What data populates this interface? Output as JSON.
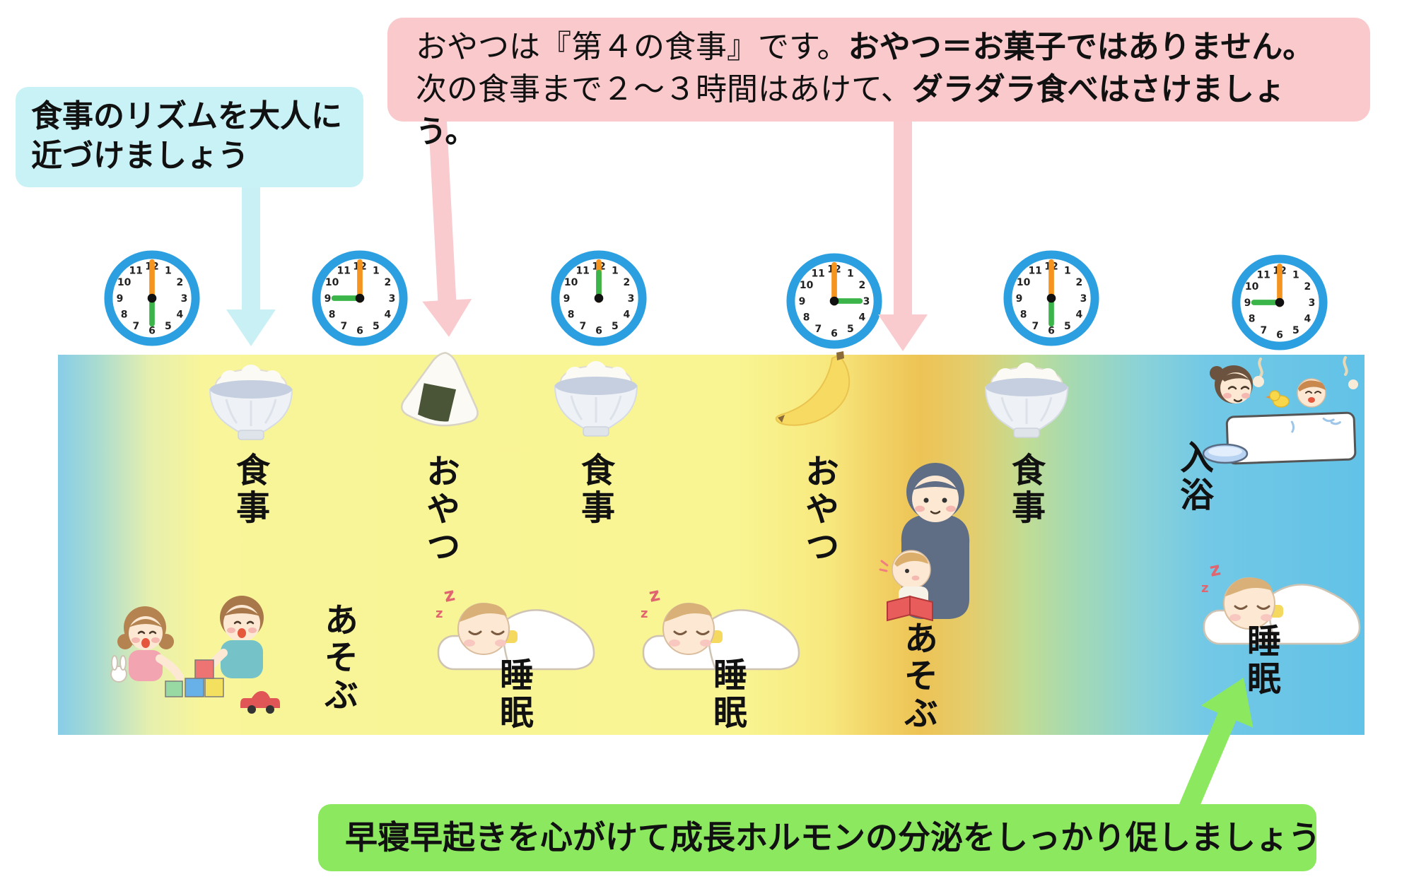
{
  "callouts": {
    "meal_rhythm": {
      "line1": "食事のリズムを大人に",
      "line2": "近づけましょう",
      "bg_color": "#c9f2f6"
    },
    "snack": {
      "line1_normal": "おやつは『第４の食事』です。",
      "line1_bold": "おやつ＝お菓子ではありません。",
      "line2_normal": "次の食事まで２～３時間はあけて、",
      "line2_bold": "ダラダラ食べはさけましょう。",
      "bg_color": "#f9c9cc"
    },
    "sleep": {
      "text": "早寝早起きを心がけて成長ホルモンの分泌をしっかり促しましょう",
      "bg_color": "#8ce95f"
    }
  },
  "clocks": [
    {
      "time": "6:00",
      "hour": 6
    },
    {
      "time": "9:00",
      "hour": 9
    },
    {
      "time": "12:00",
      "hour": 12
    },
    {
      "time": "15:00",
      "hour": 3
    },
    {
      "time": "18:00",
      "hour": 6
    },
    {
      "time": "21:00",
      "hour": 9
    }
  ],
  "clock_style": {
    "rim_color": "#2b9fe0",
    "minute_hand_color": "#f5941e",
    "hour_hand_color": "#3bb54a",
    "minute_hand_at": 12
  },
  "schedule": {
    "meals": [
      "食事",
      "おやつ",
      "食事",
      "おやつ",
      "食事",
      "入浴"
    ],
    "activities": [
      "あそぶ",
      "睡眠",
      "睡眠",
      "あそぶ",
      "睡眠"
    ]
  },
  "arrows": {
    "cyan": "#c9f1f5",
    "pink": "#f9cbce",
    "green": "#8ce95f"
  },
  "timeline_gradient": [
    "#87cde8",
    "#f8f598",
    "#edc355",
    "#a3d9b4",
    "#62c2e7"
  ]
}
